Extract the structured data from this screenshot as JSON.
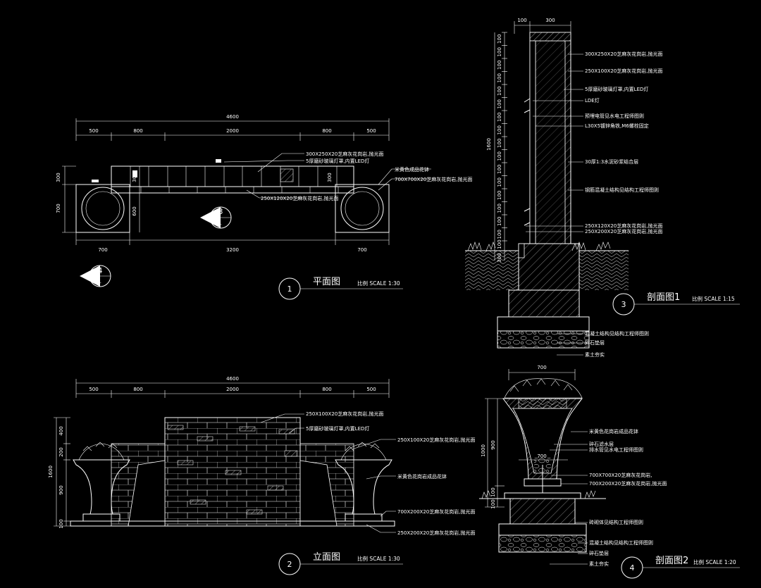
{
  "plan": {
    "title": "平面图",
    "scale": "比例 SCALE 1:30",
    "number": "1",
    "section_markers": [
      "3",
      "4"
    ],
    "dims_top": [
      "4600",
      "500",
      "800",
      "2000",
      "800",
      "500"
    ],
    "dims_left": [
      "300",
      "700"
    ],
    "dims_inner": [
      "300",
      "600",
      "300"
    ],
    "dims_bottom": [
      "700",
      "3200",
      "700"
    ],
    "notes": [
      "300X250X20芝麻灰花岗岩,抛光面",
      "5厚磨砂玻璃灯罩,内置LED灯",
      "米黄色成品花钵",
      "700X700X20芝麻灰花岗岩,抛光面",
      "250X120X20芝麻灰花岗岩,抛光面"
    ]
  },
  "elevation": {
    "title": "立面图",
    "scale": "比例 SCALE 1:30",
    "number": "2",
    "dims_top": [
      "4600",
      "500",
      "800",
      "2000",
      "800",
      "500"
    ],
    "dims_left": [
      "1600",
      "400",
      "200",
      "900",
      "100"
    ],
    "notes": [
      "250X100X20芝麻灰花岗岩,抛光面",
      "5厚磨砂玻璃灯罩,内置LED灯",
      "250X100X20芝麻灰花岗岩,抛光面",
      "米黄色花岗岩成品花钵",
      "700X200X20芝麻灰花岗岩,抛光面",
      "250X200X20芝麻灰花岗岩,抛光面"
    ]
  },
  "section1": {
    "title": "剖面图1",
    "scale": "比例 SCALE 1:15",
    "number": "3",
    "dims_top": [
      "100",
      "300"
    ],
    "dims_left_total": "1600",
    "dims_left_repeat": "100",
    "dims_left_bottom": [
      "100",
      "300"
    ],
    "notes": [
      "300X250X20芝麻灰花岗岩,抛光面",
      "250X100X20芝麻灰花岗岩,抛光面",
      "5厚磨砂玻璃灯罩,内置LED灯",
      "LDE灯",
      "预埋电管见水电工程师图则",
      "L30X5镀锌角铁,M6螺栓固定",
      "30厚1:3水泥砂浆结合层",
      "钢筋混凝土结构见结构工程师图则",
      "250X120X20芝麻灰花岗岩,抛光面",
      "250X200X20芝麻灰花岗岩,抛光面",
      "混凝土结构见结构工程师图则",
      "碎石垫层",
      "素土夯实"
    ]
  },
  "section2": {
    "title": "剖面图2",
    "scale": "比例 SCALE 1:20",
    "number": "4",
    "dims_top": [
      "700"
    ],
    "dims_left": [
      "1000",
      "900",
      "100",
      "100"
    ],
    "dim_inner": "700",
    "notes": [
      "米黄色花岗岩成品花钵",
      "碎石滤水层",
      "排水管见水电工程师图则",
      "700X700X20芝麻灰花岗岩,",
      "700X200X20芝麻灰花岗岩,抛光面",
      "砖砌体见结构工程师图则",
      "混凝土结构见结构工程师图则",
      "碎石垫层",
      "素土夯实"
    ]
  }
}
